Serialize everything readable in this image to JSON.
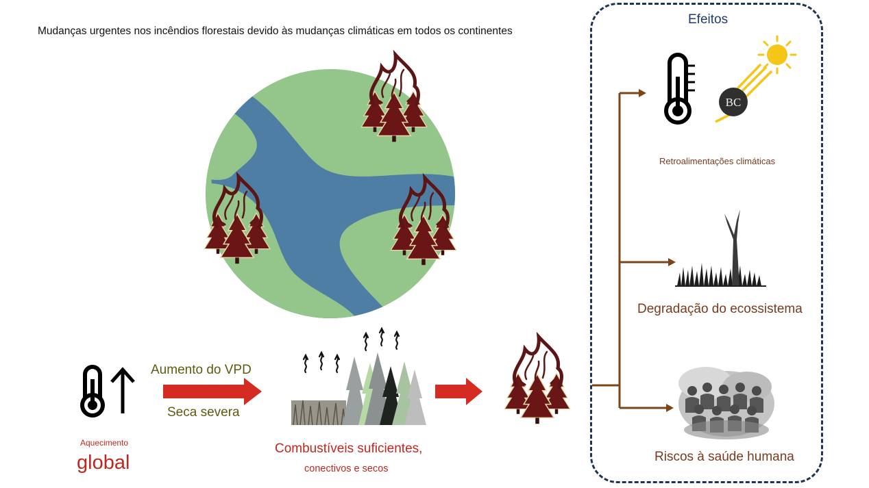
{
  "title": "Mudanças urgentes nos incêndios florestais devido às mudanças climáticas em todos os continentes",
  "effects": {
    "title": "Efeitos",
    "climate_feedback_label": "Retroalimentações climáticas",
    "black_carbon_label": "BC",
    "ecosystem_label": "Degradação do ecossistema",
    "health_label": "Riscos à saúde humana"
  },
  "drivers": {
    "vpd_label": "Aumento do VPD",
    "drought_label": "Seca severa",
    "warming_small": "Aquecimento",
    "warming_big": "global",
    "fuel_line1": "Combustíveis suficientes,",
    "fuel_line2": "conectivos e secos"
  },
  "icons": [
    "globe-icon",
    "wildfire-icon",
    "thermometer-icon",
    "up-arrow-icon",
    "sun-icon",
    "dry-forest-icon",
    "dead-tree-icon",
    "people-smoke-icon"
  ],
  "colors": {
    "ocean": "#4f7ea5",
    "land": "#94c58b",
    "tree": "#6b1616",
    "arrow_red": "#d42c22",
    "arrow_brown": "#7c4419",
    "border": "#1f3356",
    "sun": "#f5c518"
  }
}
